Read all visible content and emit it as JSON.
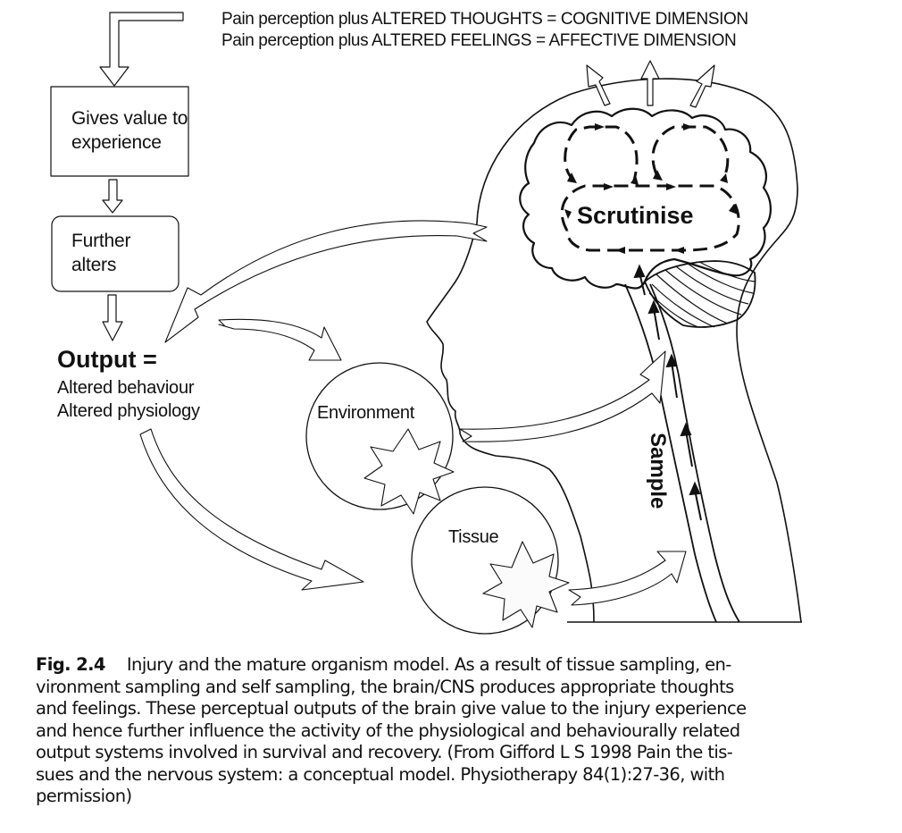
{
  "header": {
    "line1": "Pain perception plus ALTERED THOUGHTS = COGNITIVE DIMENSION",
    "line2": "Pain perception plus ALTERED FEELINGS   = AFFECTIVE DIMENSION"
  },
  "flow": {
    "box1": {
      "line1": "Gives value to",
      "line2": "experience"
    },
    "box2": {
      "line1": "Further",
      "line2": "alters"
    },
    "output": {
      "title": "Output =",
      "line1": "Altered behaviour",
      "line2": "Altered physiology"
    }
  },
  "brain": {
    "label": "Scrutinise"
  },
  "spine": {
    "label": "Sample"
  },
  "circles": {
    "environment": "Environment",
    "tissue": "Tissue"
  },
  "caption": {
    "fig_number": "Fig. 2.4",
    "lines": [
      "Injury and the mature organism model. As a result of tissue sampling, en-",
      "vironment sampling and self sampling, the brain/CNS produces appropriate thoughts",
      "and feelings. These perceptual outputs of the brain give value to the injury experience",
      "and hence further influence the activity of the physiological and behaviourally related",
      "output systems involved in survival and recovery. (From Gifford L S 1998 Pain the tis-",
      "sues and the nervous system: a conceptual model. Physiotherapy 84(1):27-36, with",
      "permission)"
    ]
  }
}
